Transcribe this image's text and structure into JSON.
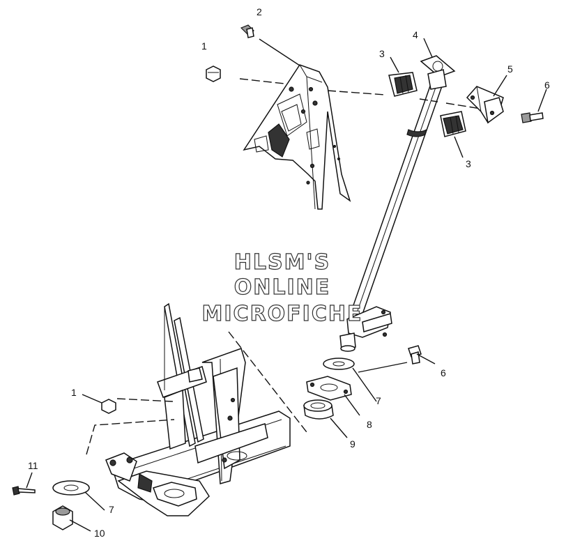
{
  "watermark": [
    "HLSM'S",
    "ONLINE",
    "MICROFICHE"
  ],
  "callouts": {
    "c1_top": "1",
    "c2": "2",
    "c3_top": "3",
    "c4": "4",
    "c5": "5",
    "c6_top": "6",
    "c3_bottom": "3",
    "c6_bottom": "6",
    "c7_right": "7",
    "c8": "8",
    "c9": "9",
    "c1_bottom": "1",
    "c11": "11",
    "c7_left": "7",
    "c10": "10"
  }
}
